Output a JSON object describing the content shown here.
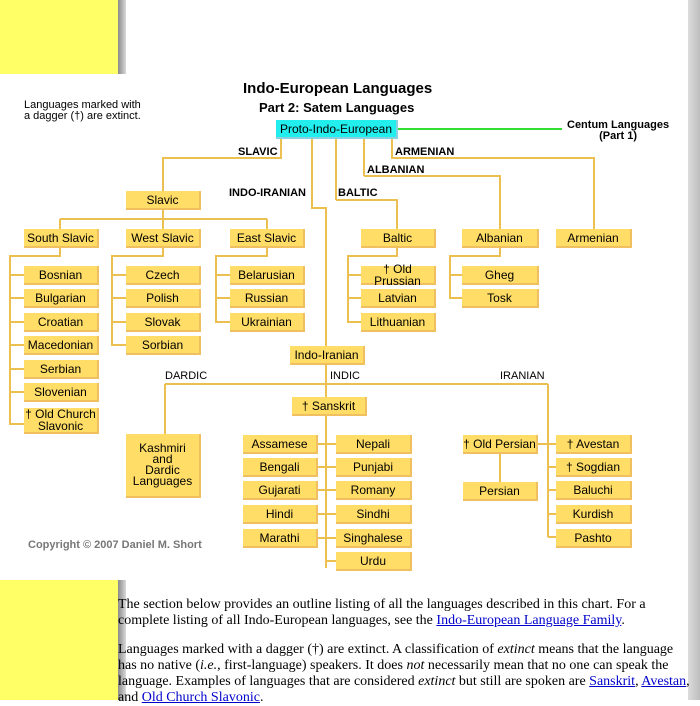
{
  "header": {
    "title": "Indo-European Languages",
    "subtitle": "Part 2: Satem Languages",
    "extinct_note_line1": "Languages marked with",
    "extinct_note_line2": "a dagger (†) are extinct.",
    "centum_line1": "Centum Languages",
    "centum_line2": "(Part 1)",
    "copyright": "Copyright © 2007 Daniel M. Short"
  },
  "branch_labels": {
    "slavic": "SLAVIC",
    "armenian": "ARMENIAN",
    "albanian": "ALBANIAN",
    "indo_iranian": "INDO-IRANIAN",
    "baltic": "BALTIC",
    "dardic": "DARDIC",
    "indic": "INDIC",
    "iranian": "IRANIAN"
  },
  "nodes": {
    "root": "Proto-Indo-European",
    "slavic": "Slavic",
    "south_slavic": "South Slavic",
    "west_slavic": "West Slavic",
    "east_slavic": "East Slavic",
    "baltic": "Baltic",
    "albanian": "Albanian",
    "armenian": "Armenian",
    "south": [
      "Bosnian",
      "Bulgarian",
      "Croatian",
      "Macedonian",
      "Serbian",
      "Slovenian",
      "† Old Church\nSlavonic"
    ],
    "west": [
      "Czech",
      "Polish",
      "Slovak",
      "Sorbian"
    ],
    "east": [
      "Belarusian",
      "Russian",
      "Ukrainian"
    ],
    "baltic_children": [
      "† Old Prussian",
      "Latvian",
      "Lithuanian"
    ],
    "albanian_children": [
      "Gheg",
      "Tosk"
    ],
    "indo_iranian": "Indo-Iranian",
    "sanskrit": "† Sanskrit",
    "dardic": "Kashmiri\nand\nDardic\nLanguages",
    "indic_left": [
      "Assamese",
      "Bengali",
      "Gujarati",
      "Hindi",
      "Marathi"
    ],
    "indic_right": [
      "Nepali",
      "Punjabi",
      "Romany",
      "Sindhi",
      "Singhalese",
      "Urdu"
    ],
    "old_persian": "† Old Persian",
    "persian": "Persian",
    "iranian_right": [
      "† Avestan",
      "† Sogdian",
      "Baluchi",
      "Kurdish",
      "Pashto"
    ]
  },
  "body_text": {
    "p1_before": "The section below provides an outline listing of all the languages described in this chart. For a complete listing of all Indo-European languages, see the ",
    "p1_link": "Indo-European Language Family",
    "p1_after": ".",
    "p2_a": "Languages marked with a dagger (†) are extinct. A classification of ",
    "p2_extinct": "extinct",
    "p2_b": " means that the language has no native (",
    "p2_ie": "i.e.",
    "p2_c": ", first-language) speakers. It does ",
    "p2_not": "not",
    "p2_d": " necessarily mean that no one can speak the language. Examples of languages that are considered ",
    "p2_extinct2": "extinct",
    "p2_e": " but still are spoken are ",
    "p2_link1": "Sanskrit",
    "p2_sep1": ", ",
    "p2_link2": "Avestan",
    "p2_sep2": ", and ",
    "p2_link3": "Old Church Slavonic",
    "p2_end": "."
  },
  "colors": {
    "node": "#ffdd66",
    "root": "#22eeee",
    "line": "#ecc050",
    "centum_line": "#33dd33",
    "margin": "#ffff66"
  }
}
